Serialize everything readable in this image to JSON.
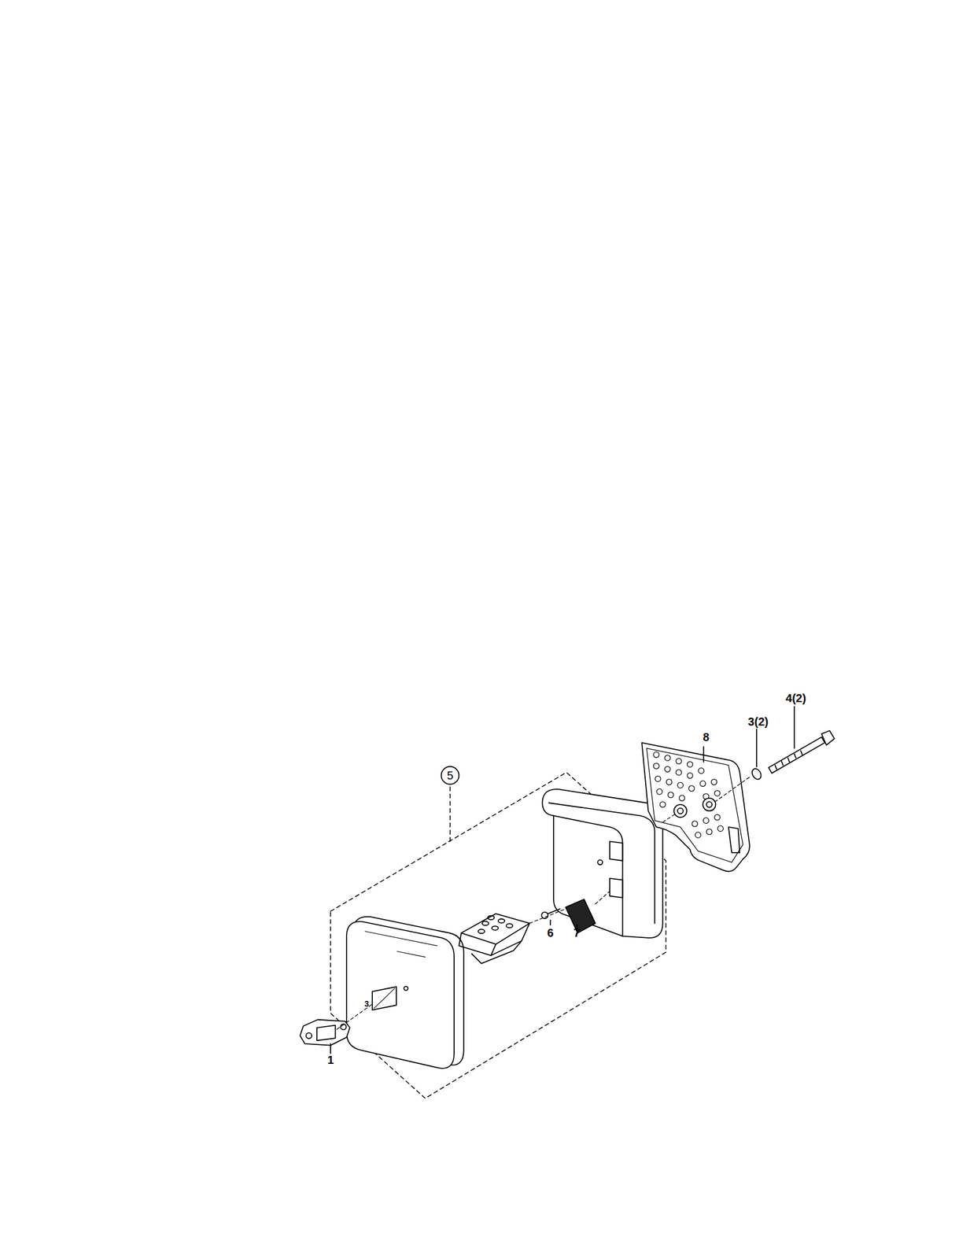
{
  "diagram": {
    "nodes": [
      {
        "text": [
          "5"
        ]
      }
    ],
    "labels": [
      "8",
      "3(2)",
      "4(2)",
      "6",
      "7",
      "1",
      "3"
    ]
  }
}
